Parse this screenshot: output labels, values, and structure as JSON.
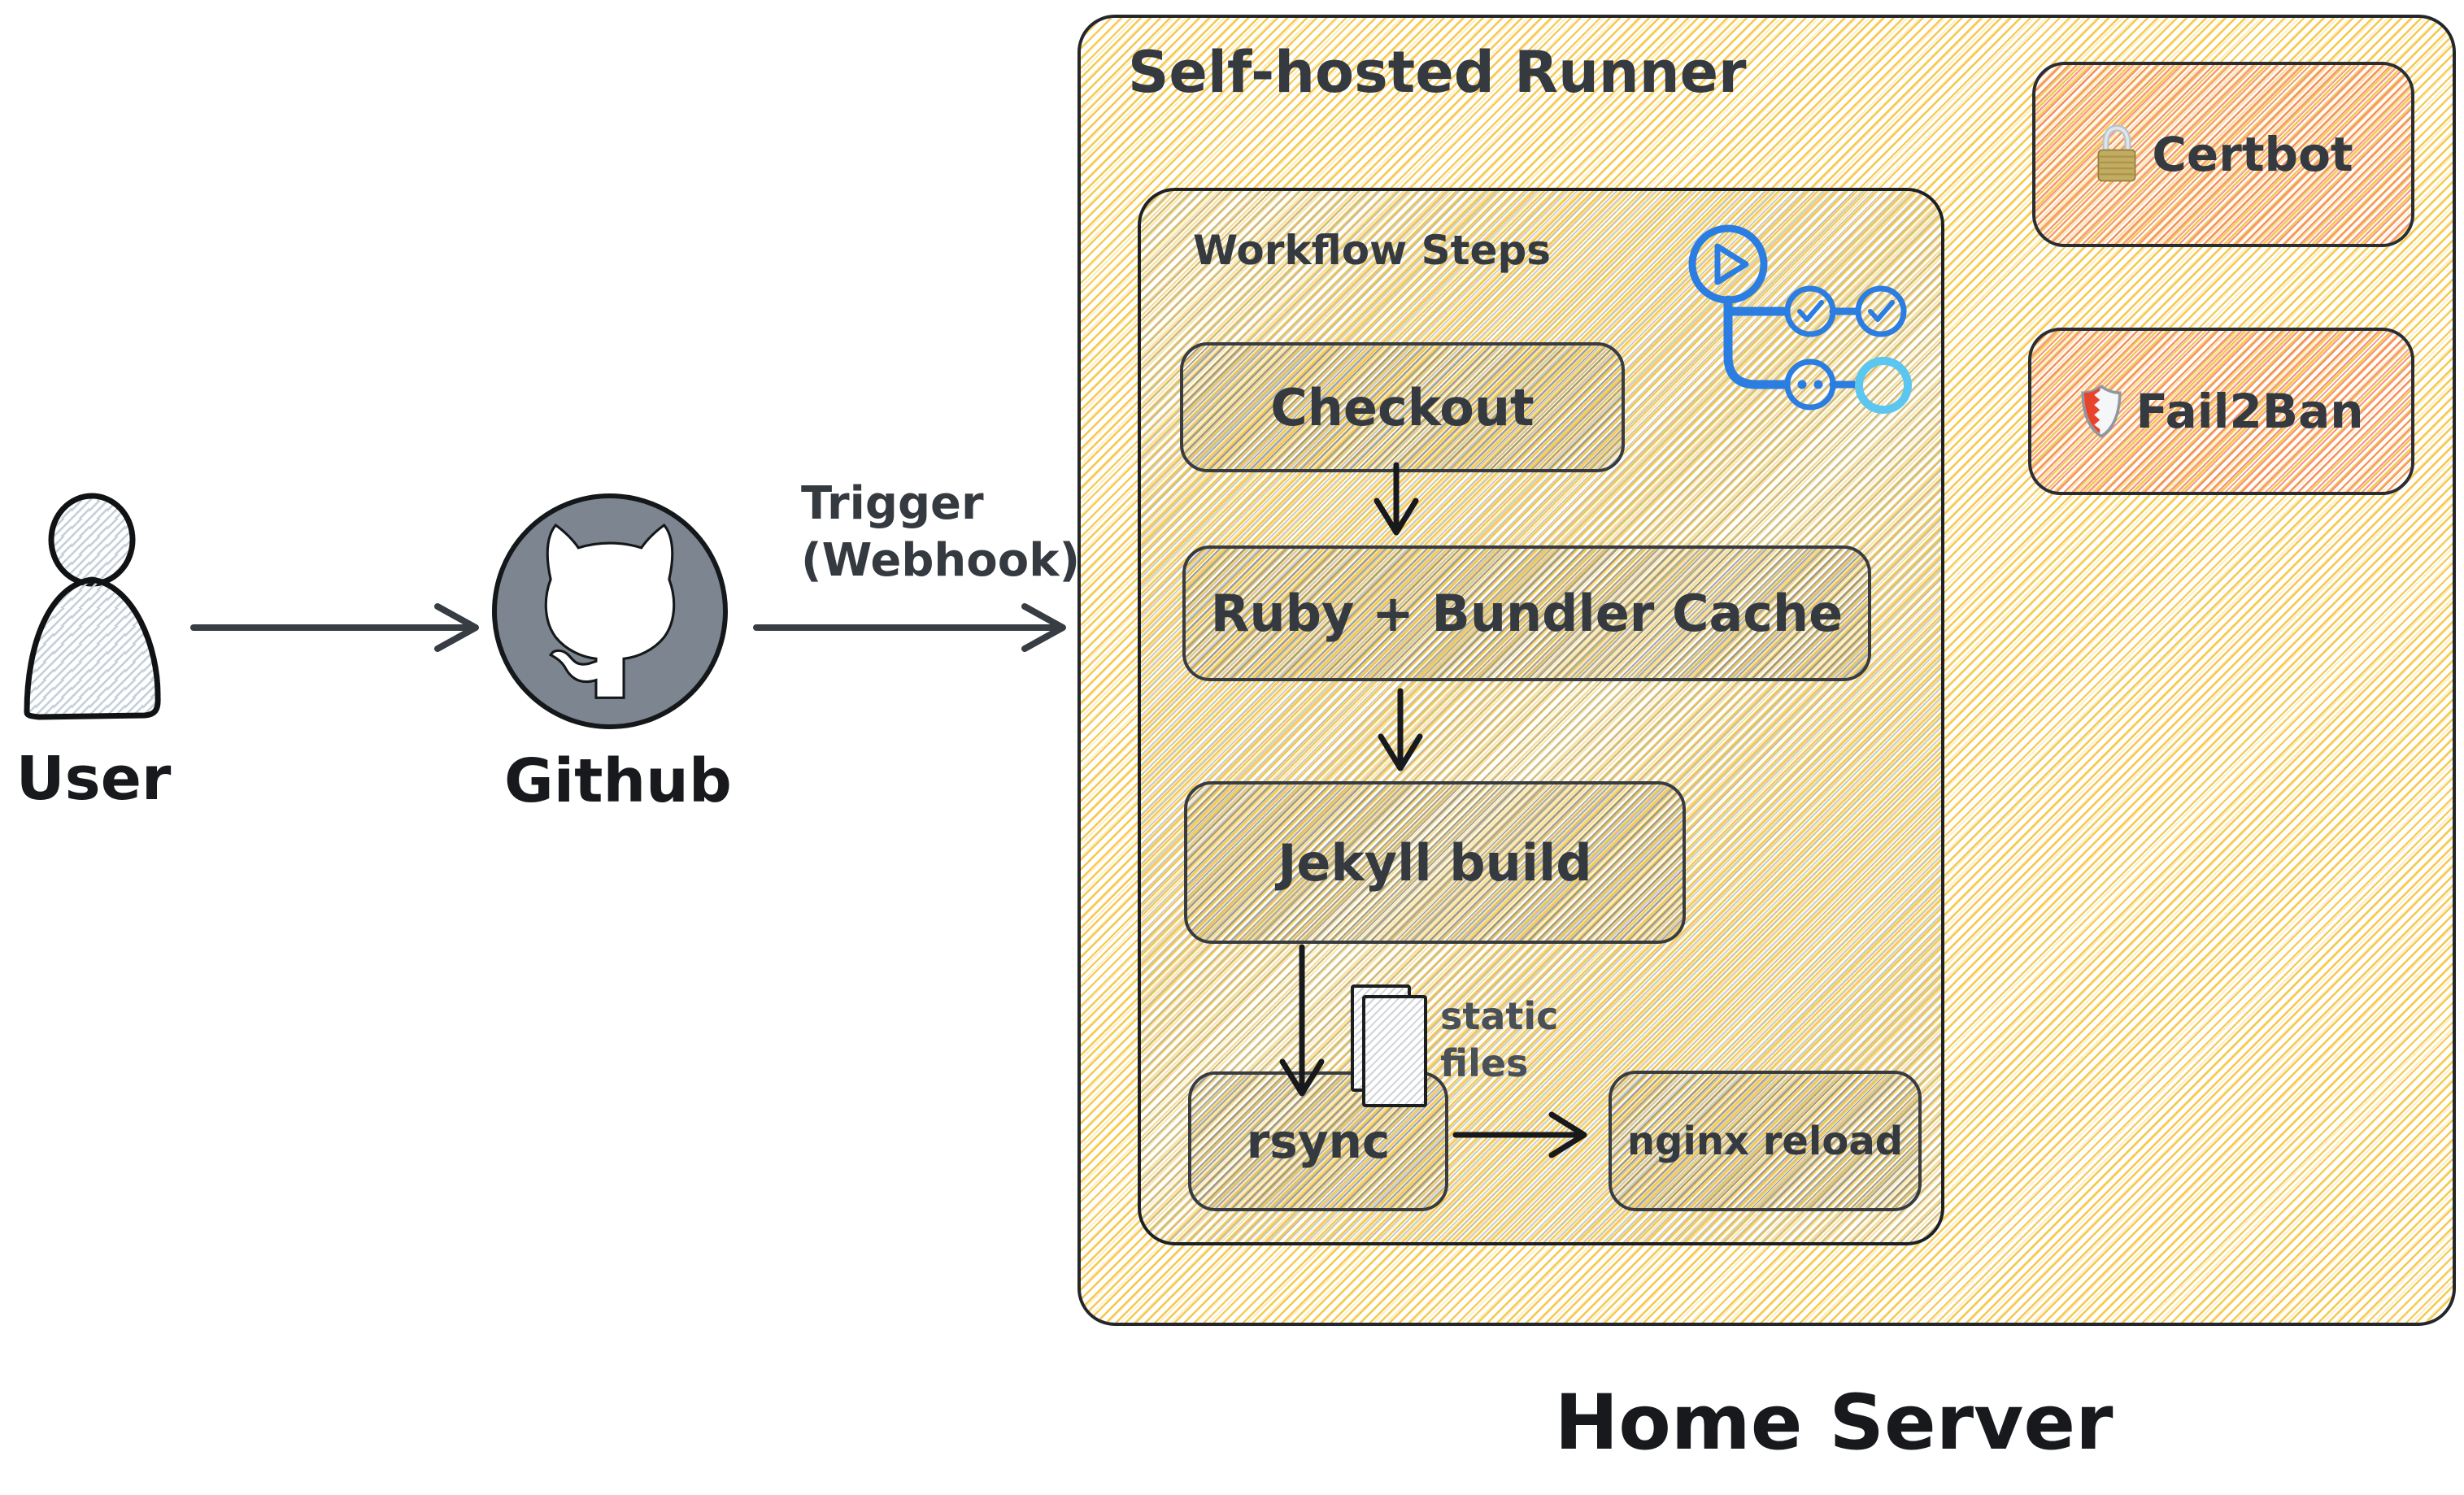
{
  "actors": {
    "user": {
      "label": "User"
    },
    "github": {
      "label": "Github"
    }
  },
  "flow": {
    "trigger_line1": "Trigger",
    "trigger_line2": "(Webhook)"
  },
  "runner": {
    "title": "Self-hosted Runner",
    "workflow": {
      "title": "Workflow Steps",
      "steps": [
        {
          "label": "Checkout"
        },
        {
          "label": "Ruby + Bundler Cache"
        },
        {
          "label": "Jekyll build"
        },
        {
          "label": "rsync"
        },
        {
          "label": "nginx reload"
        }
      ],
      "static_files": {
        "line1": "static",
        "line2": "files"
      }
    }
  },
  "services": {
    "certbot": {
      "label": "Certbot",
      "icon": "lock-icon"
    },
    "fail2ban": {
      "label": "Fail2Ban",
      "icon": "shield-icon"
    }
  },
  "footer": {
    "home_server": "Home Server"
  },
  "colors": {
    "hatch_yellow": "#f5c646",
    "hatch_gray": "#a8afb6",
    "hatch_pink": "#f27a74",
    "ink": "#343a40",
    "outline": "#23272c",
    "actions_blue": "#2b7de1",
    "actions_blue_light": "#5bc6f0",
    "github_gray": "#7d8590",
    "lock_gold": "#c2ab62",
    "shield_red": "#e8432d"
  }
}
